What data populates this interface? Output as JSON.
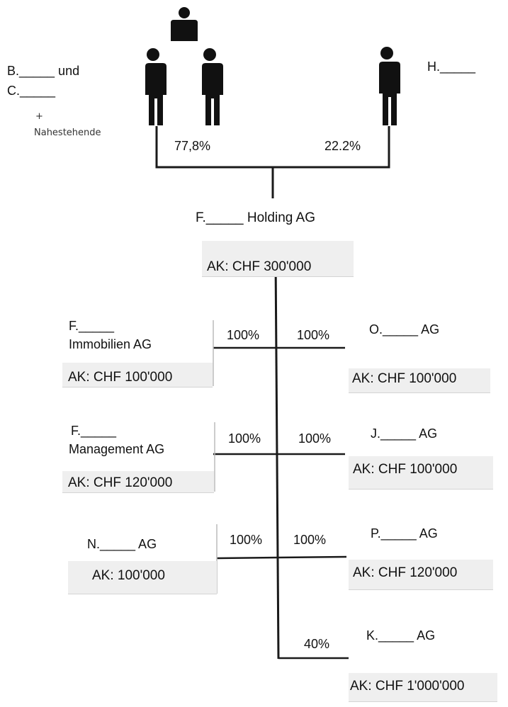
{
  "shareholders": {
    "left_label_1": "B._____ und",
    "left_label_2": "C._____",
    "plus": "+",
    "related": "Nahestehende",
    "left_pct": "77,8%",
    "right_label": "H._____",
    "right_pct": "22.2%"
  },
  "holding": {
    "name": "F._____ Holding AG",
    "capital": "AK: CHF 300'000"
  },
  "left_subs": [
    {
      "name_1": "F._____",
      "name_2": "Immobilien AG",
      "capital": "AK: CHF 100'000",
      "pct": "100%"
    },
    {
      "name_1": "F._____",
      "name_2": "Management AG",
      "capital": "AK: CHF 120'000",
      "pct": "100%"
    },
    {
      "name_1": "N._____ AG",
      "name_2": "",
      "capital": "AK: 100'000",
      "pct": "100%"
    }
  ],
  "right_subs": [
    {
      "name": "O._____ AG",
      "capital": "AK: CHF 100'000",
      "pct": "100%"
    },
    {
      "name": "J._____ AG",
      "capital": "AK: CHF 100'000",
      "pct": "100%"
    },
    {
      "name": "P._____ AG",
      "capital": "AK: CHF 120'000",
      "pct": "100%"
    },
    {
      "name": "K._____ AG",
      "capital": "AK: CHF 1'000'000",
      "pct": "40%"
    }
  ],
  "colors": {
    "line": "#1a1a1a",
    "box_bg": "#efefef",
    "person": "#111111"
  }
}
